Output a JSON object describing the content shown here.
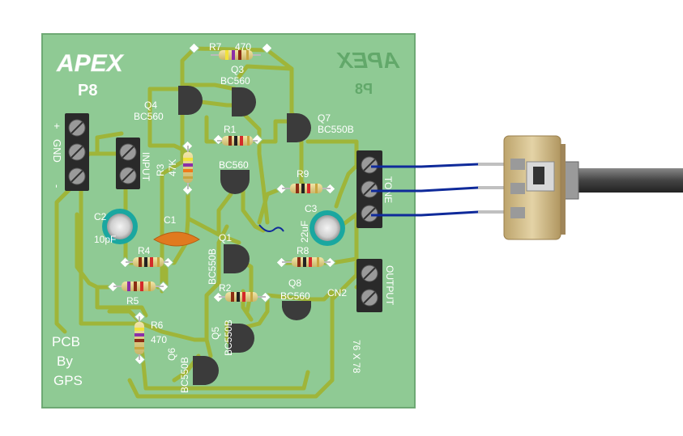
{
  "board": {
    "brand": "APEX",
    "brand_mirror": "APEX",
    "model": "P8",
    "model_mirror": "P8",
    "credit_line1": "PCB",
    "credit_line2": "By",
    "credit_line3": "GPS",
    "size": "76 X 78"
  },
  "connectors": {
    "power_plus": "+",
    "power_gnd": "GND",
    "power_minus": "-",
    "input": "INPUT",
    "tone": "TONE",
    "output": "OUTPUT",
    "cn2": "CN2"
  },
  "components": {
    "r7": "R7",
    "r7_val": "470",
    "r1": "R1",
    "r2": "R2",
    "r3": "R3",
    "r3_val": "47K",
    "r4": "R4",
    "r5": "R5",
    "r6": "R6",
    "r6_val": "470",
    "r8": "R8",
    "r9": "R9",
    "q1": "Q1",
    "q1_type": "BC550B",
    "q2_type": "BC560",
    "q3": "Q3",
    "q3_type": "BC560",
    "q4": "Q4",
    "q4_type": "BC560",
    "q5": "Q5",
    "q5_type": "BC550B",
    "q6": "Q6",
    "q6_type": "BC550B",
    "q7": "Q7",
    "q7_type": "BC550B",
    "q8": "Q8",
    "q8_type": "BC560",
    "c1": "C1",
    "c2": "C2",
    "c2_val": "10pF",
    "c3": "C3",
    "c3_val": "22uF"
  },
  "colors": {
    "board": "#8fca94",
    "board_border": "#6ea974",
    "trace": "#9fb539",
    "silk": "#ffffff",
    "transistor": "#3b3b3b",
    "terminal": "#2a2a2a",
    "capacitor_ring": "#1aa7a0",
    "c1_body": "#e07a1f",
    "wire": "#0f2a9a",
    "pot_body": "#cfb985",
    "shaft": "#555555"
  }
}
